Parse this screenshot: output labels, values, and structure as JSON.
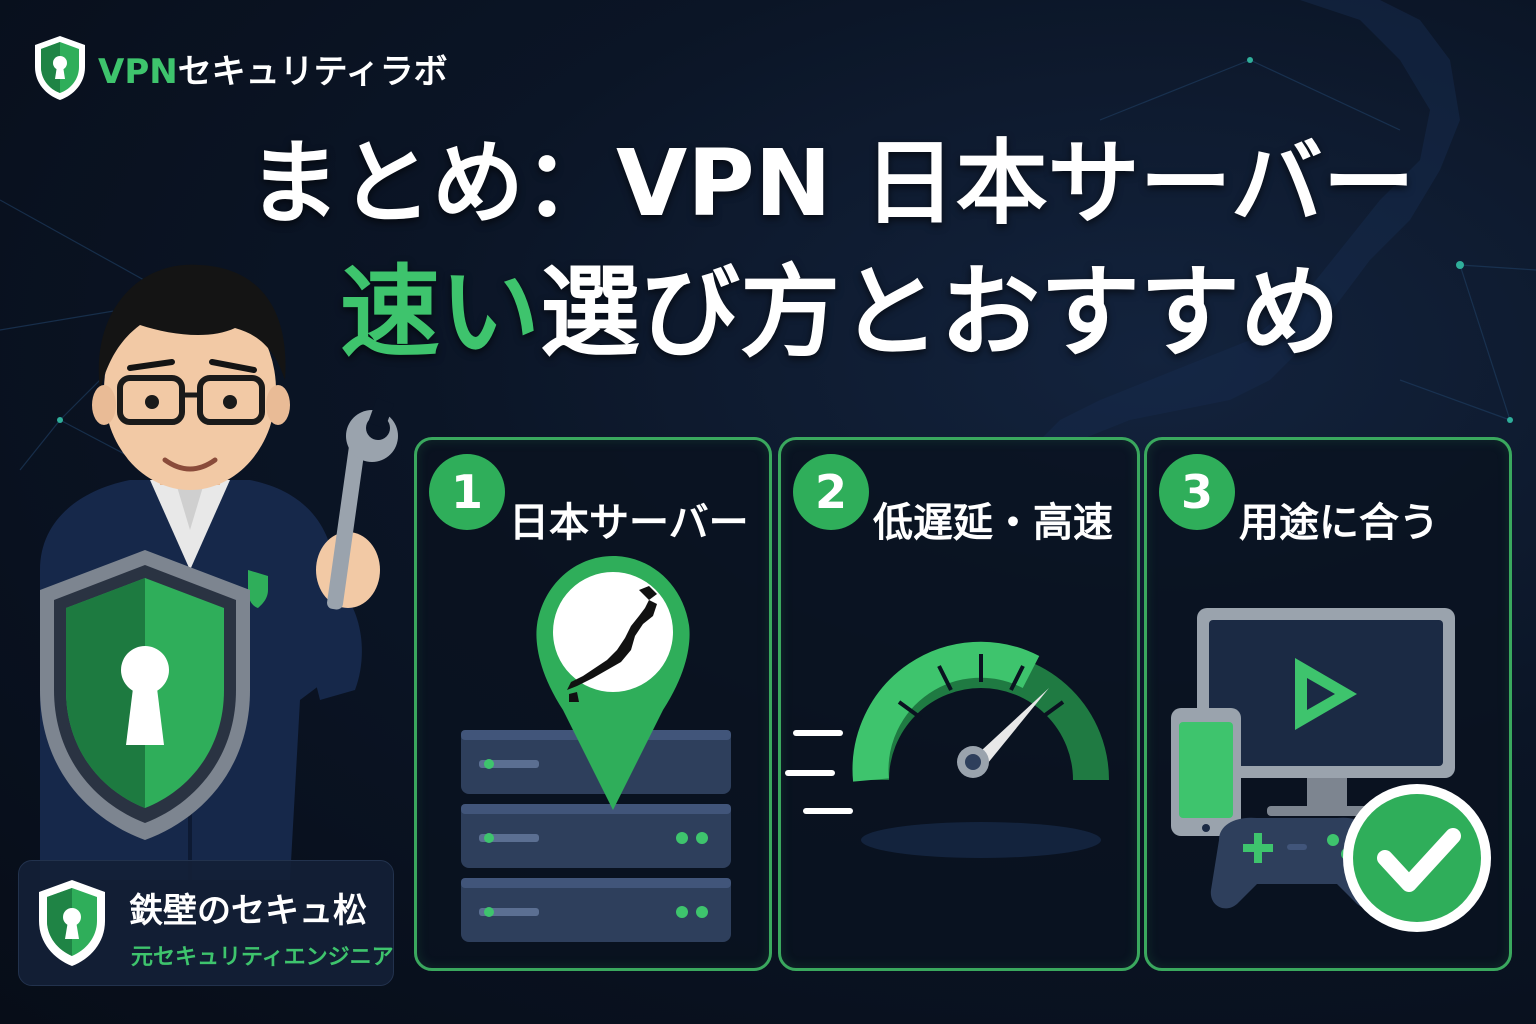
{
  "brand": {
    "name_vpn": "VPN",
    "name_rest": "セキュリティラボ",
    "icon": "shield-keyhole-icon"
  },
  "title": {
    "line1": "まとめ：VPN 日本サーバー",
    "line2_highlight": "速い",
    "line2_rest": "選び方とおすすめ"
  },
  "cards": [
    {
      "number": "1",
      "label": "日本サーバー",
      "icon": "japan-server-pin-icon"
    },
    {
      "number": "2",
      "label": "低遅延・高速",
      "icon": "speedometer-icon"
    },
    {
      "number": "3",
      "label": "用途に合う",
      "icon": "devices-check-icon"
    }
  ],
  "profile": {
    "name": "鉄壁のセキュ松",
    "role": "元セキュリティエンジニア",
    "icon": "shield-keyhole-icon"
  },
  "colors": {
    "accent_green": "#3ec46d",
    "card_border": "#3aa85e",
    "background": "#0a1220"
  }
}
